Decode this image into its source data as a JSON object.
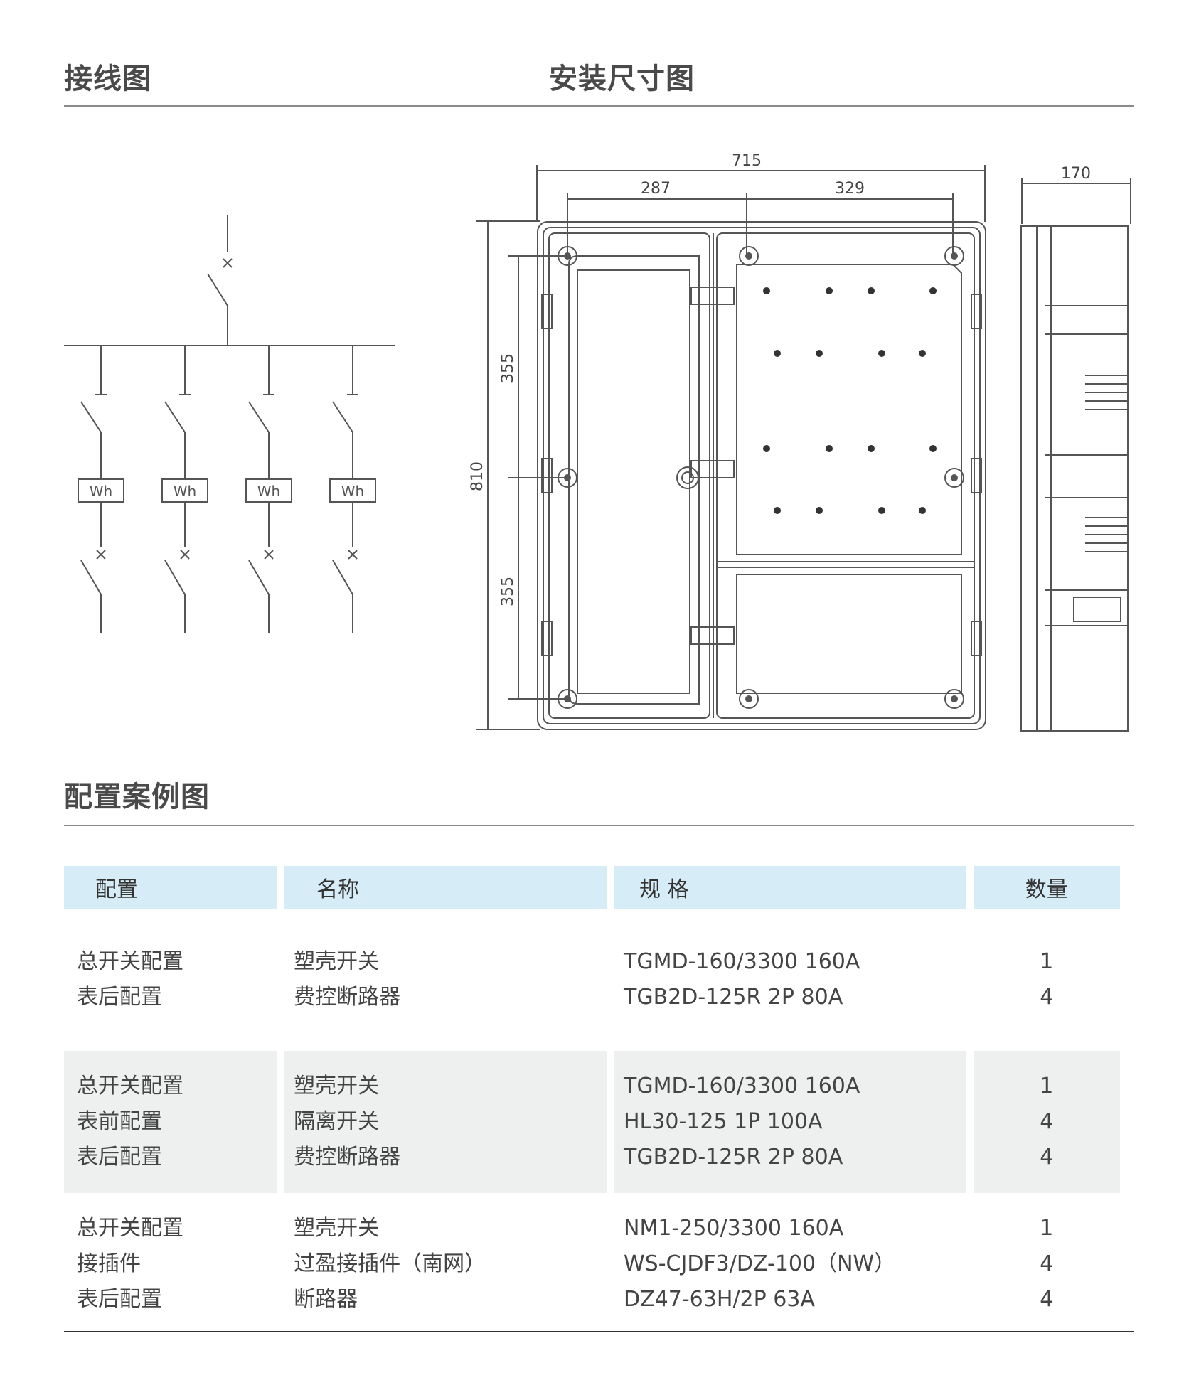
{
  "sections": {
    "wiring_title": "接线图",
    "install_title": "安装尺寸图",
    "config_title": "配置案例图"
  },
  "wiring": {
    "meter_label": "Wh"
  },
  "dimensions": {
    "overall_width": "715",
    "left_width": "287",
    "right_width": "329",
    "depth": "170",
    "height": "810",
    "upper_span": "355",
    "lower_span": "355"
  },
  "table": {
    "headers": [
      "配置",
      "名称",
      "规 格",
      "数量"
    ],
    "groups": [
      {
        "config": [
          "总开关配置",
          "表后配置"
        ],
        "name": [
          "塑壳开关",
          "费控断路器"
        ],
        "spec": [
          "TGMD-160/3300 160A",
          "TGB2D-125R 2P 80A"
        ],
        "qty": [
          "1",
          "4"
        ]
      },
      {
        "config": [
          "总开关配置",
          "表前配置",
          "表后配置"
        ],
        "name": [
          "塑壳开关",
          "隔离开关",
          "费控断路器"
        ],
        "spec": [
          "TGMD-160/3300 160A",
          "HL30-125 1P 100A",
          "TGB2D-125R 2P 80A"
        ],
        "qty": [
          "1",
          "4",
          "4"
        ]
      },
      {
        "config": [
          "总开关配置",
          "接插件",
          "表后配置"
        ],
        "name": [
          "塑壳开关",
          "过盈接插件（南网）",
          "断路器"
        ],
        "spec": [
          "NM1-250/3300 160A",
          "WS-CJDF3/DZ-100（NW）",
          "DZ47-63H/2P 63A"
        ],
        "qty": [
          "1",
          "4",
          "4"
        ]
      }
    ]
  },
  "colors": {
    "header_bg": "#d6edf7",
    "shaded_row_bg": "#eef0f0",
    "title_text": "#4a4a4a"
  }
}
